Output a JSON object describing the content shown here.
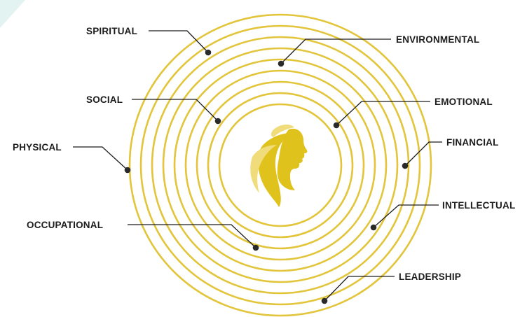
{
  "colors": {
    "ring": "#E2C53B",
    "logo": "#E0C21C",
    "logo_light": "#F0DC7A",
    "text": "#1C1C1C",
    "dot": "#2A2A2A",
    "corner_accent": "#E3F3F1"
  },
  "center_icon": "woman-head-silhouette-icon",
  "dimensions": [
    {
      "id": "spiritual",
      "label": "SPIRITUAL"
    },
    {
      "id": "environmental",
      "label": "ENVIRONMENTAL"
    },
    {
      "id": "social",
      "label": "SOCIAL"
    },
    {
      "id": "emotional",
      "label": "EMOTIONAL"
    },
    {
      "id": "physical",
      "label": "PHYSICAL"
    },
    {
      "id": "financial",
      "label": "FINANCIAL"
    },
    {
      "id": "intellectual",
      "label": "INTELLECTUAL"
    },
    {
      "id": "occupational",
      "label": "OCCUPATIONAL"
    },
    {
      "id": "leadership",
      "label": "LEADERSHIP"
    }
  ]
}
